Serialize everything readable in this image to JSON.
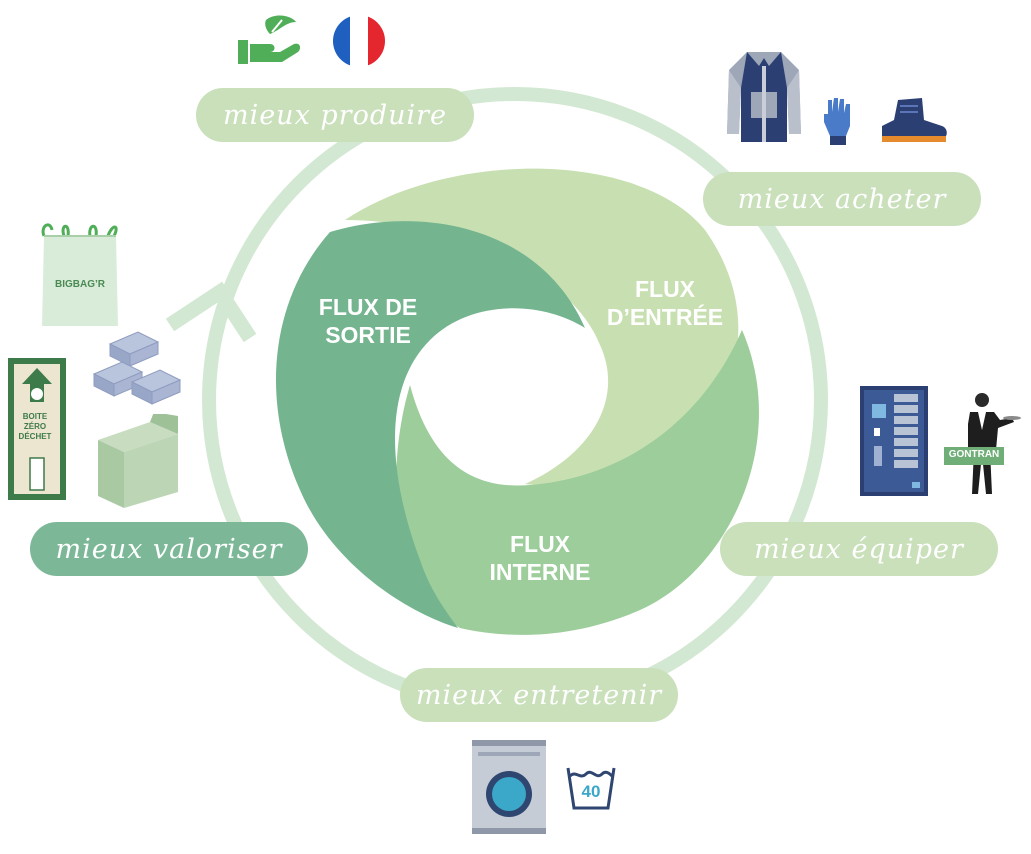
{
  "colors": {
    "ring": "#cfe6cf",
    "flux_entree": "#c8e0b1",
    "flux_interne": "#9ccd9a",
    "flux_sortie": "#74b48f",
    "pill_light": "#c9e0bb",
    "pill_dark": "#7cb898",
    "navy": "#2b3f73",
    "accent_blue": "#3ba7c9"
  },
  "stages": {
    "produire": "mieux produire",
    "acheter": "mieux acheter",
    "equiper": "mieux équiper",
    "entretenir": "mieux entretenir",
    "valoriser": "mieux valoriser"
  },
  "flux": {
    "entree": [
      "FLUX",
      "D’ENTRÉE"
    ],
    "interne": [
      "FLUX",
      "INTERNE"
    ],
    "sortie": [
      "FLUX DE",
      "SORTIE"
    ]
  },
  "icons": {
    "produire": [
      "hand-leaf-icon",
      "french-flag-icon"
    ],
    "acheter": [
      "work-jacket-icon",
      "work-glove-icon",
      "safety-shoe-icon"
    ],
    "equiper": [
      "locker-dispenser-icon",
      "butler-icon"
    ],
    "entretenir": [
      "washing-machine-icon",
      "wash-40-icon"
    ],
    "valoriser": [
      "bigbag-icon",
      "bricks-icon",
      "recycle-box-icon",
      "zero-waste-box-icon"
    ]
  },
  "labels": {
    "bigbag": "BIGBAG’R",
    "gontran": "GONTRAN",
    "wash_temp": "40",
    "boite": [
      "BOITE",
      "ZÉRO",
      "DÉCHET"
    ]
  }
}
